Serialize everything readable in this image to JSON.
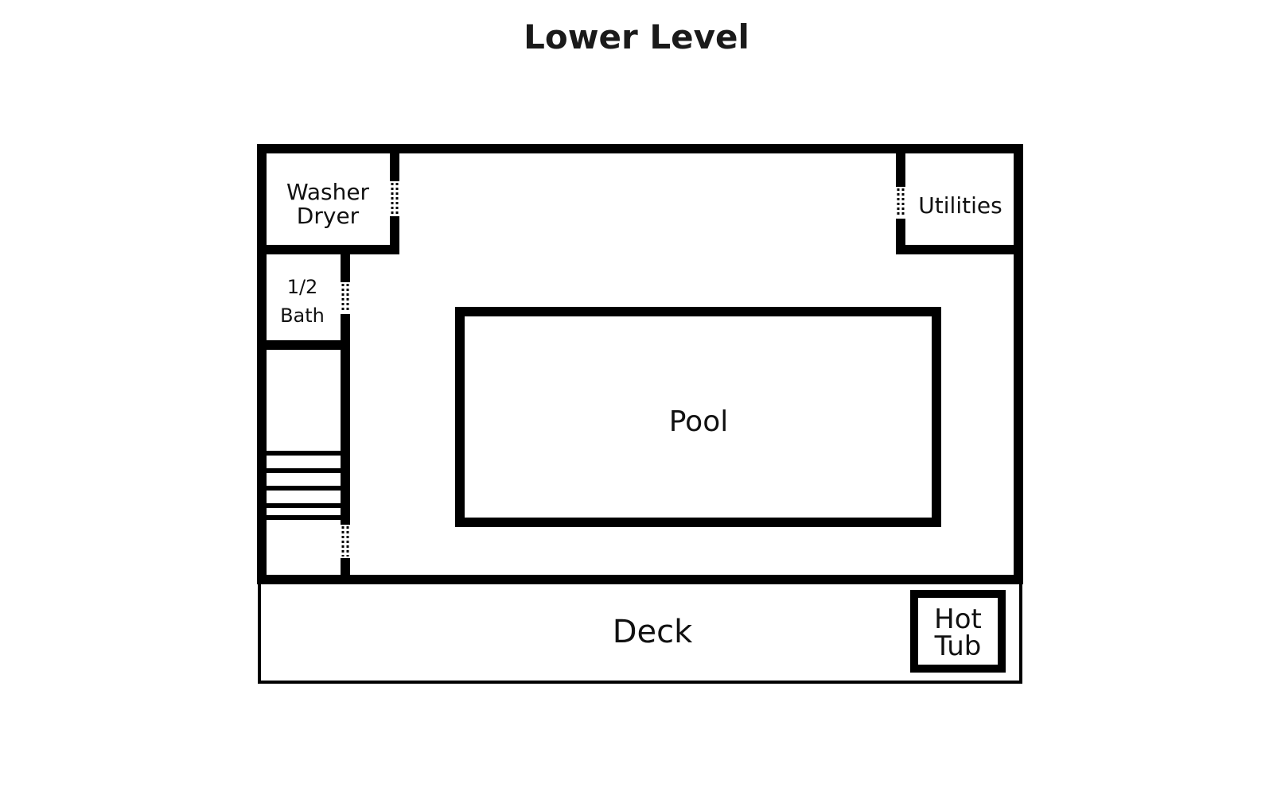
{
  "title": "Lower Level",
  "rooms": {
    "washer_dryer": {
      "line1": "Washer",
      "line2": "Dryer"
    },
    "utilities": {
      "label": "Utilities"
    },
    "half_bath": {
      "line1": "1/2",
      "line2": "Bath"
    },
    "pool": {
      "label": "Pool"
    },
    "deck": {
      "label": "Deck"
    },
    "hot_tub": {
      "line1": "Hot",
      "line2": "Tub"
    }
  },
  "colors": {
    "wall": "#000000",
    "background": "#ffffff",
    "text": "#111111"
  }
}
